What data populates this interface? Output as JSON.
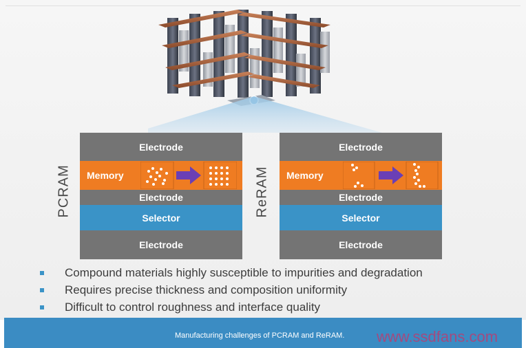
{
  "pcram": {
    "side_label": "PCRAM",
    "top": "Electrode",
    "memory": "Memory",
    "middle": "Electrode",
    "selector": "Selector",
    "bottom": "Electrode"
  },
  "reram": {
    "side_label": "ReRAM",
    "top": "Electrode",
    "memory": "Memory",
    "middle": "Electrode",
    "selector": "Selector",
    "bottom": "Electrode"
  },
  "bullets": [
    "Compound materials highly susceptible to impurities and degradation",
    "Requires precise thickness and composition uniformity",
    "Difficult to control roughness and interface quality"
  ],
  "caption": "Manufacturing challenges of PCRAM and ReRAM.",
  "watermark": "www.ssdfans.com",
  "colors": {
    "electrode": "#747474",
    "memory": "#ef7c22",
    "selector": "#3a93c7",
    "arrow": "#6a3fb5",
    "caption_bar": "#3b8cc3"
  }
}
